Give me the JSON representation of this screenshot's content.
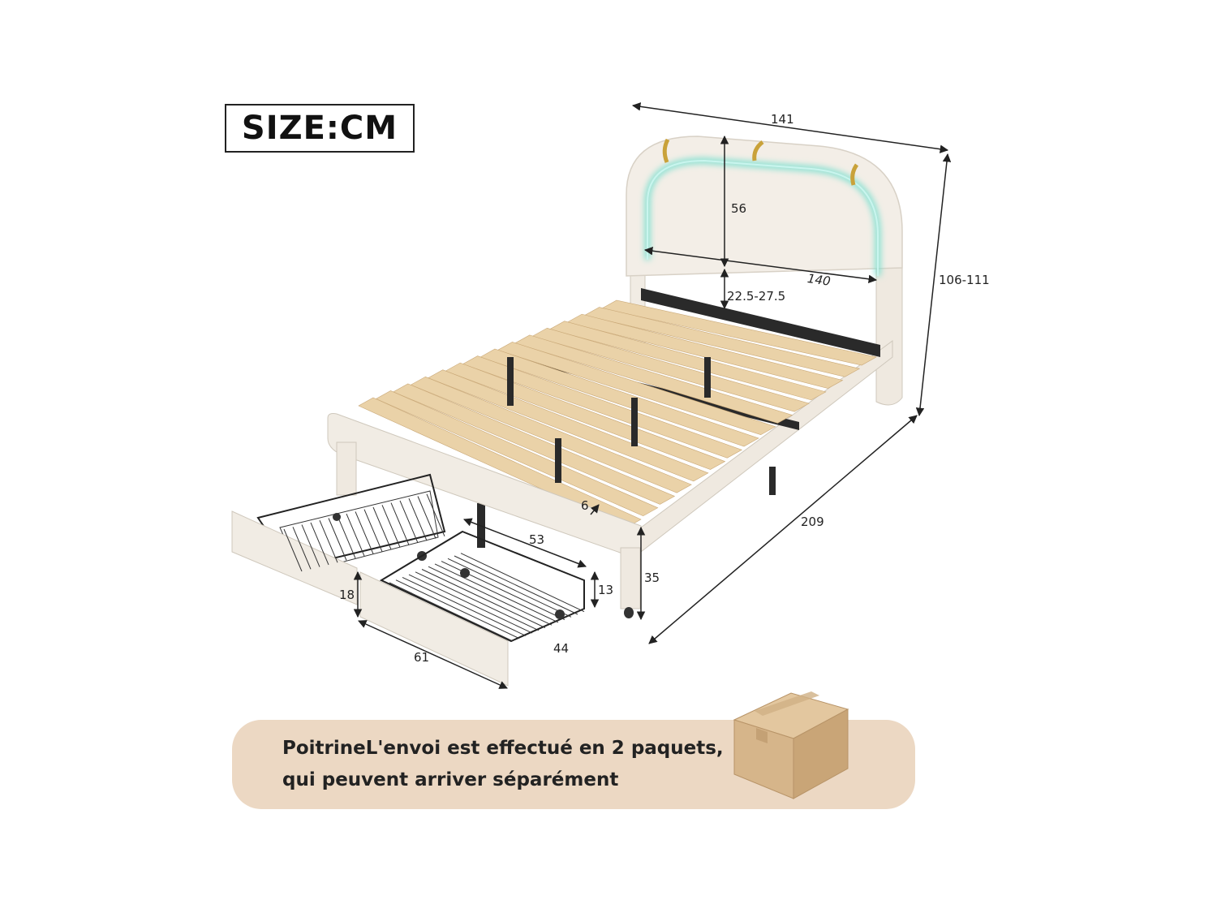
{
  "header": {
    "size_label": "SIZE:CM"
  },
  "dimensions": {
    "total_width": "141",
    "headboard_height": "56",
    "headboard_width": "140",
    "headboard_adjust": "22.5-27.5",
    "total_height": "106-111",
    "total_length": "209",
    "slat_gap": "6",
    "frame_height": "35",
    "drawer_width": "53",
    "drawer_height_front": "18",
    "drawer_height_basket": "13",
    "drawer_length": "61",
    "drawer_depth": "44"
  },
  "notice": {
    "line1": "PoitrineL'envoi est effectué en 2 paquets,",
    "line2": "qui peuvent arriver séparément"
  },
  "colors": {
    "upholstery": "#f1ece4",
    "slats": "#ead2a8",
    "led": "#7ee0d0",
    "gold": "#c9a23a",
    "banner": "#ecd8c3",
    "box": "#d6b58a"
  }
}
